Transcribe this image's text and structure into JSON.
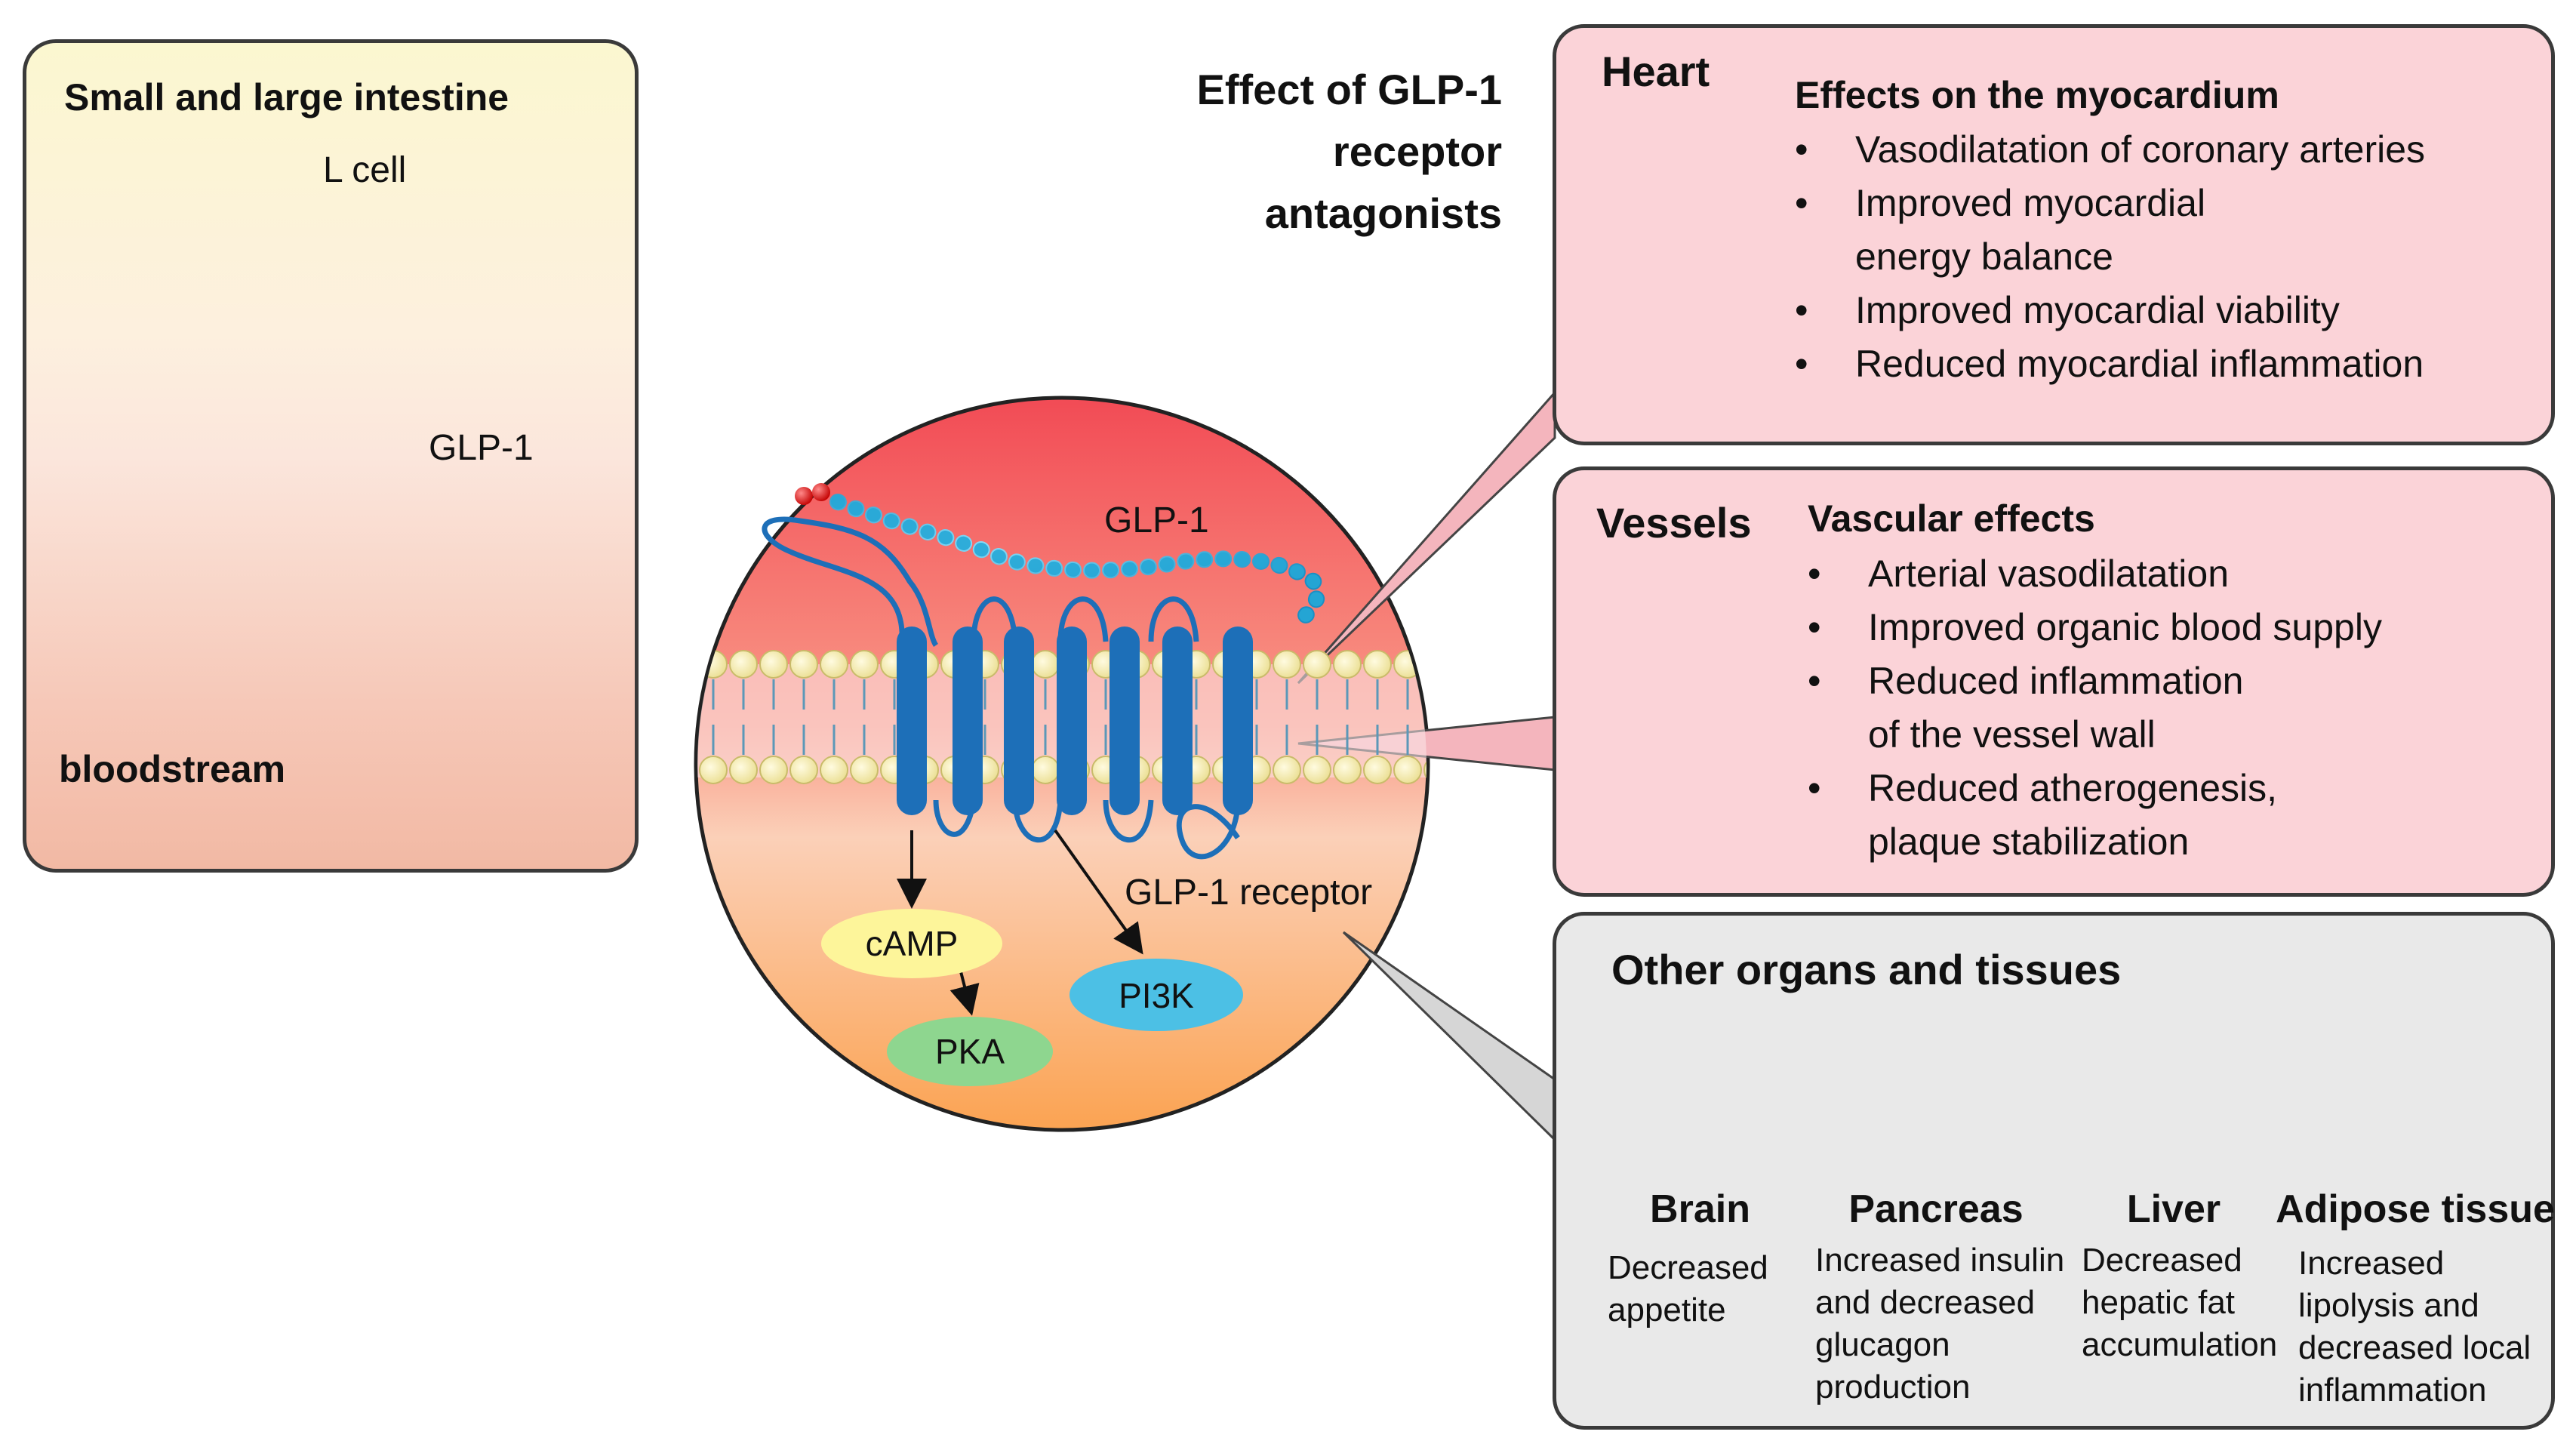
{
  "intestine": {
    "title": "Small and large intestine",
    "cell_label": "L cell",
    "peptide_label": "GLP-1",
    "blood_label": "bloodstream"
  },
  "center": {
    "title_lines": [
      "Effect of GLP-1",
      "receptor",
      "antagonists"
    ],
    "peptide_label": "GLP-1",
    "receptor_label": "GLP-1 receptor",
    "signals": [
      "cAMP",
      "PKA",
      "PI3K"
    ],
    "colors": {
      "circle_top": "#f5525a",
      "circle_bottom": "#fbb062",
      "helix": "#1d6fb8",
      "bead": "#26a7d6",
      "camp": "#fdf59a",
      "pka": "#8ed68f",
      "pi3k": "#4cc0e5"
    }
  },
  "heart": {
    "title": "Heart",
    "effects_title": "Effects on the myocardium",
    "effects": [
      "Vasodilatation of coronary arteries",
      "Improved myocardial\n energy balance",
      "Improved myocardial viability",
      "Reduced myocardial inflammation"
    ],
    "icon": "heart-icon"
  },
  "vessels": {
    "title": "Vessels",
    "effects_title": "Vascular effects",
    "effects": [
      "Arterial vasodilatation",
      "Improved organic blood supply",
      "Reduced inflammation\nof the vessel wall",
      "Reduced atherogenesis,\nplaque stabilization"
    ],
    "icon": "vessel-icon"
  },
  "other": {
    "title": "Other organs and tissues",
    "tissues": [
      {
        "name": "Brain",
        "desc": "Decreased\nappetite",
        "icon": "brain-icon"
      },
      {
        "name": "Pancreas",
        "desc": "Increased insulin\nand decreased\nglucagon\nproduction",
        "icon": "pancreas-icon"
      },
      {
        "name": "Liver",
        "desc": "Decreased\nhepatic fat\naccumulation",
        "icon": "liver-icon"
      },
      {
        "name": "Adipose tissue",
        "desc": "Increased\nlipolysis and\ndecreased local\ninflammation",
        "icon": "adipose-icon"
      }
    ]
  }
}
